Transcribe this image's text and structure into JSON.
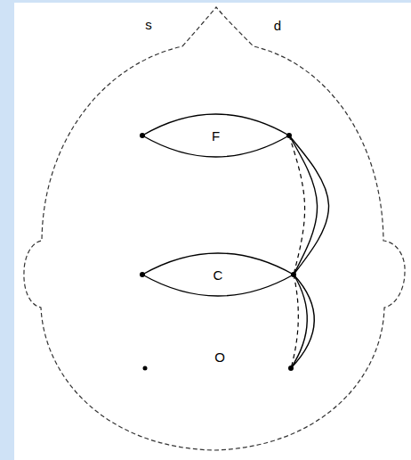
{
  "diagram": {
    "nodes": [
      {
        "text": [
          "F"
        ]
      },
      {
        "text": [
          "C"
        ]
      }
    ],
    "edges": [
      {
        "from": 0,
        "to": 1,
        "arrow": "none"
      },
      {
        "from": 0,
        "to": 1,
        "arrow": "none"
      },
      {
        "from": 0,
        "to": 1,
        "arrow": "none"
      }
    ],
    "labels": [
      "s",
      "d",
      "O"
    ]
  }
}
